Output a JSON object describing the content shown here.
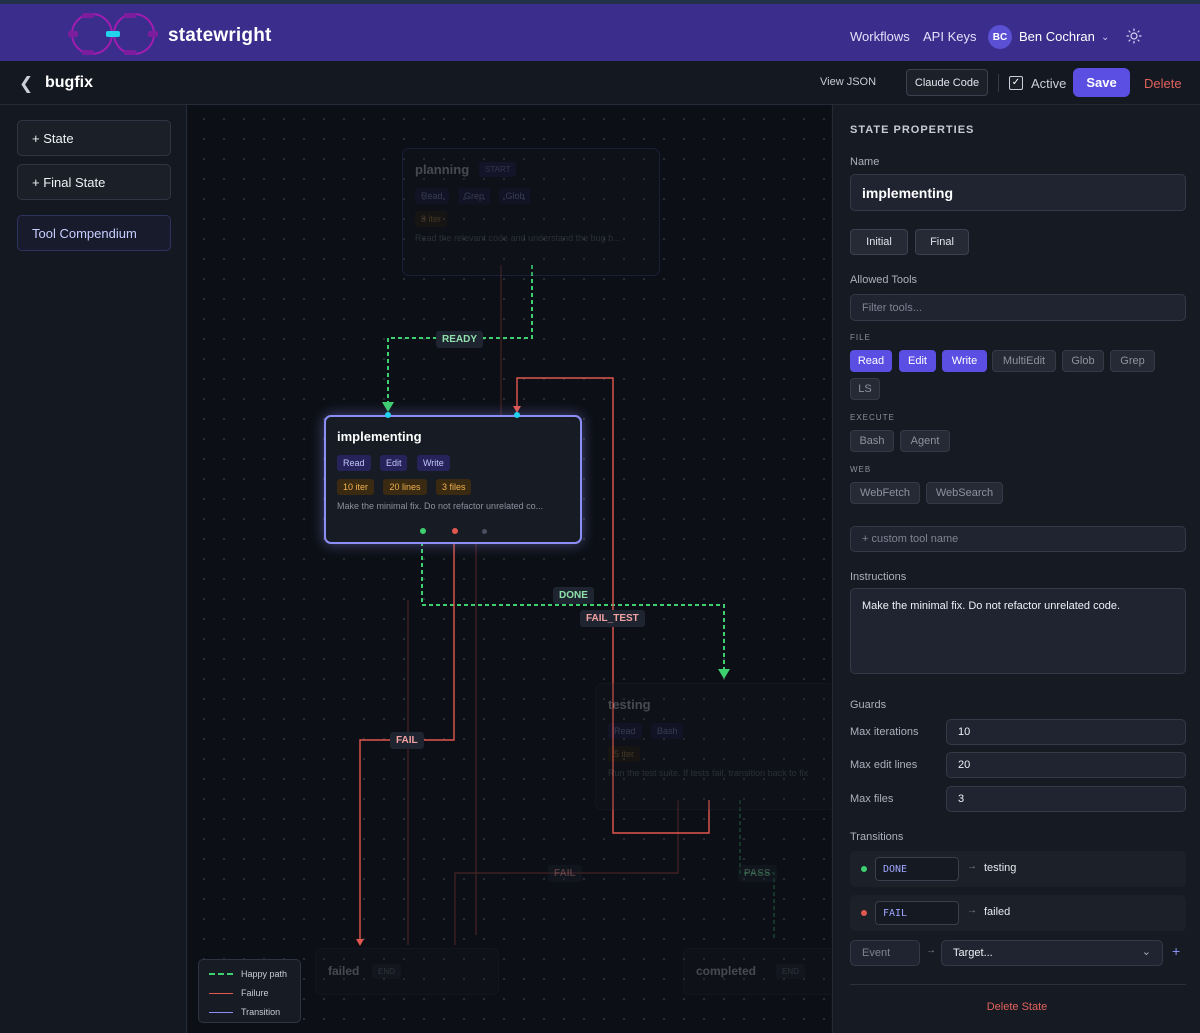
{
  "app": {
    "brand": "statewright"
  },
  "nav": {
    "workflows": "Workflows",
    "api_keys": "API Keys",
    "user_initials": "BC",
    "user_name": "Ben Cochran"
  },
  "header": {
    "workflow_name": "bugfix",
    "view_json": "View JSON",
    "claude_code": "Claude Code",
    "active_label": "Active",
    "active_checked": true,
    "save": "Save",
    "delete": "Delete"
  },
  "sidebar": {
    "add_state": "+ State",
    "add_final_state": "+ Final State",
    "tool_compendium": "Tool Compendium"
  },
  "canvas": {
    "nodes": {
      "planning": {
        "name": "planning",
        "badge": "START",
        "tools": [
          "Read",
          "Grep",
          "Glob"
        ],
        "guards": [
          "8 iter"
        ],
        "desc": "Read the relevant code and understand the bug b..."
      },
      "implementing": {
        "name": "implementing",
        "tools": [
          "Read",
          "Edit",
          "Write"
        ],
        "guards": [
          "10 iter",
          "20 lines",
          "3 files"
        ],
        "desc": "Make the minimal fix. Do not refactor unrelated co..."
      },
      "testing": {
        "name": "testing",
        "tools": [
          "Read",
          "Bash"
        ],
        "guards": [
          "5 iter"
        ],
        "desc": "Run the test suite. If tests fail, transition back to fix"
      },
      "failed": {
        "name": "failed",
        "badge": "END"
      },
      "completed": {
        "name": "completed",
        "badge": "END"
      }
    },
    "edges": {
      "ready": "READY",
      "done": "DONE",
      "fail_test": "FAIL_TEST",
      "fail": "FAIL",
      "fail_testing": "FAIL",
      "pass": "PASS"
    },
    "colors": {
      "happy": "#3ecf6e",
      "failure": "#e2574f",
      "transition": "#8b8ff5",
      "selected": "#8b8ff5"
    }
  },
  "legend": {
    "happy": "Happy path",
    "failure": "Failure",
    "transition": "Transition"
  },
  "panel": {
    "title": "STATE PROPERTIES",
    "name_label": "Name",
    "name_value": "implementing",
    "initial": "Initial",
    "final": "Final",
    "allowed_tools_label": "Allowed Tools",
    "filter_placeholder": "Filter tools...",
    "groups": {
      "file": {
        "label": "FILE",
        "tools": [
          {
            "name": "Read",
            "on": true
          },
          {
            "name": "Edit",
            "on": true
          },
          {
            "name": "Write",
            "on": true
          },
          {
            "name": "MultiEdit",
            "on": false
          },
          {
            "name": "Glob",
            "on": false
          },
          {
            "name": "Grep",
            "on": false
          },
          {
            "name": "LS",
            "on": false
          }
        ]
      },
      "execute": {
        "label": "EXECUTE",
        "tools": [
          {
            "name": "Bash",
            "on": false
          },
          {
            "name": "Agent",
            "on": false
          }
        ]
      },
      "web": {
        "label": "WEB",
        "tools": [
          {
            "name": "WebFetch",
            "on": false
          },
          {
            "name": "WebSearch",
            "on": false
          }
        ]
      }
    },
    "custom_tool_placeholder": "+ custom tool name",
    "instructions_label": "Instructions",
    "instructions": "Make the minimal fix. Do not refactor unrelated code.",
    "guards_label": "Guards",
    "max_iterations_label": "Max iterations",
    "max_iterations": "10",
    "max_edit_lines_label": "Max edit lines",
    "max_edit_lines": "20",
    "max_files_label": "Max files",
    "max_files": "3",
    "transitions_label": "Transitions",
    "transitions": [
      {
        "event": "DONE",
        "target": "testing",
        "color": "#3ecf6e"
      },
      {
        "event": "FAIL",
        "target": "failed",
        "color": "#e2574f"
      }
    ],
    "new_event_placeholder": "Event",
    "target_placeholder": "Target...",
    "add_symbol": "+",
    "delete_state": "Delete State"
  }
}
